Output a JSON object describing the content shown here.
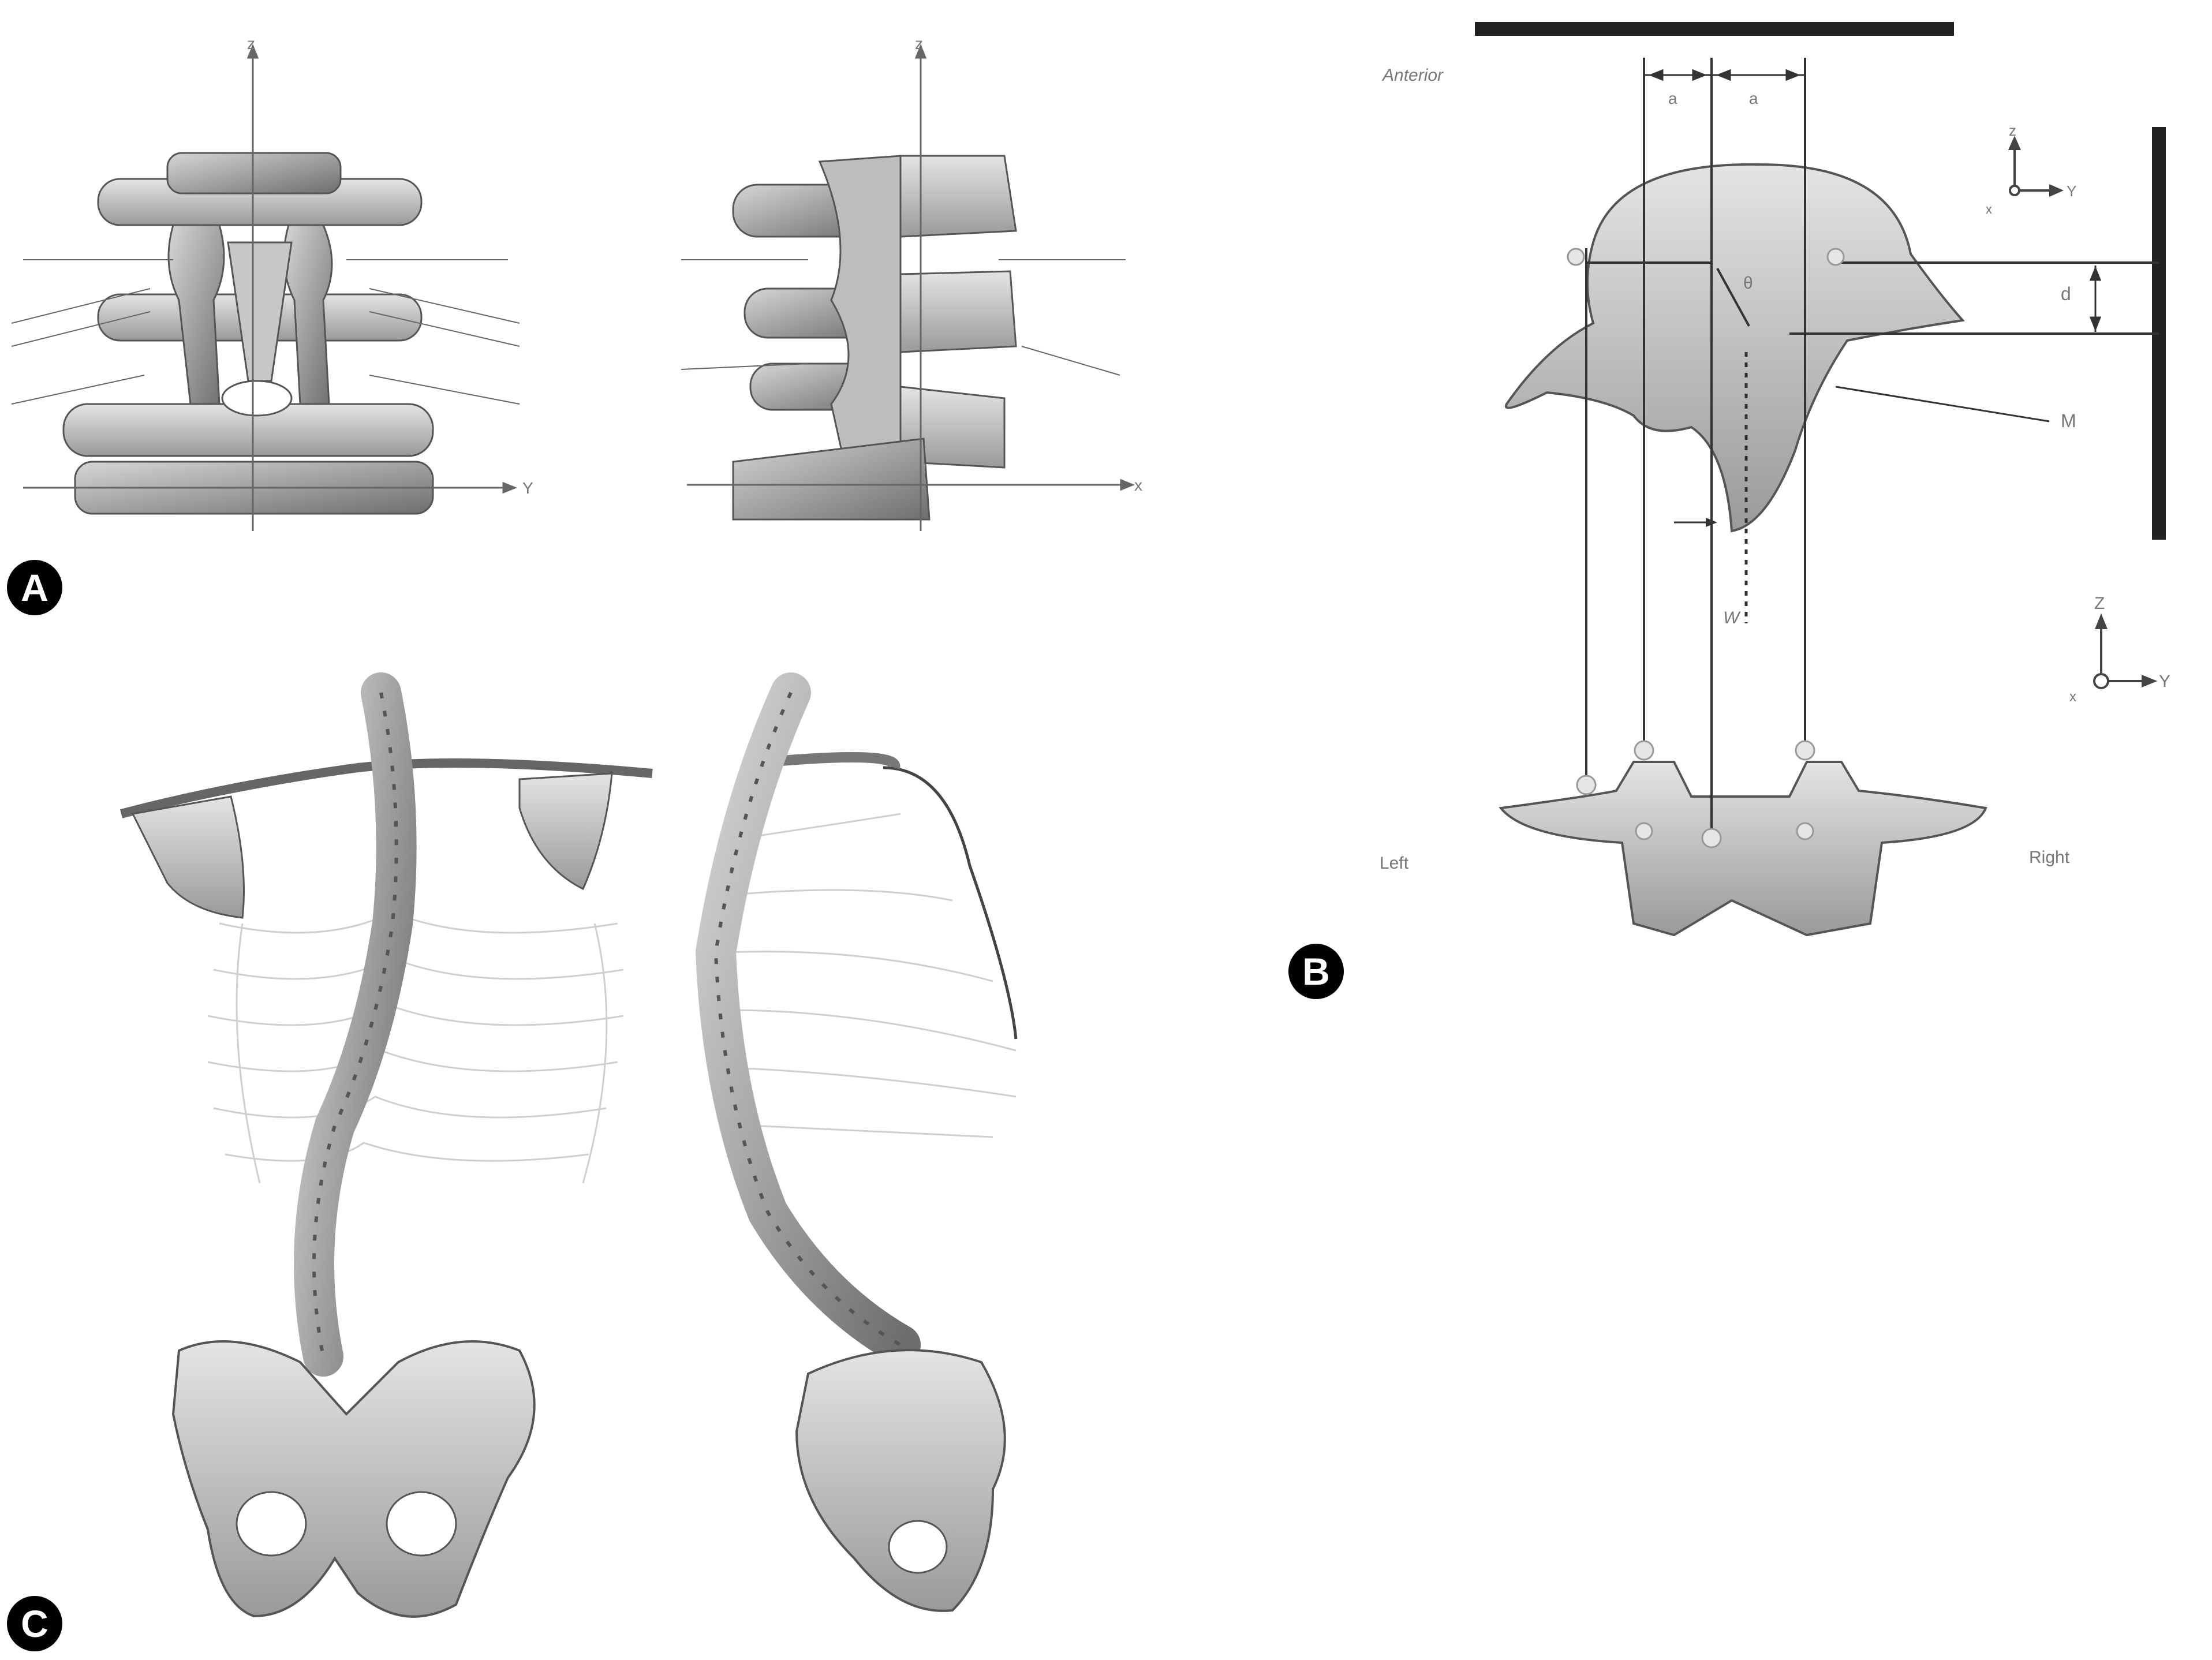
{
  "panels": {
    "a": {
      "badge": "A",
      "axis_z_front": "z",
      "axis_y": "Y",
      "axis_z_side": "z",
      "axis_x": "x"
    },
    "b": {
      "badge": "B",
      "anterior": "Anterior",
      "left": "Left",
      "right": "Right",
      "dim_left": "a",
      "dim_right": "a",
      "d_label": "d",
      "theta": "θ",
      "muscle": "M",
      "w_label": "W",
      "axes_top": {
        "z": "z",
        "y": "Y",
        "x": "x"
      },
      "axes_bottom": {
        "z": "Z",
        "y": "Y",
        "x": "x"
      }
    },
    "c": {
      "badge": "C"
    }
  }
}
